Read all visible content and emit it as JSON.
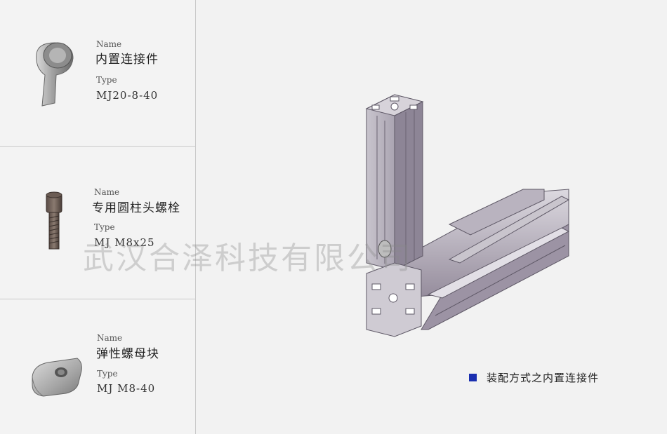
{
  "parts": [
    {
      "name_caption": "Name",
      "name": "内置连接件",
      "type_caption": "Type",
      "type": "MJ20-8-40",
      "icon": "internal-connector-icon"
    },
    {
      "name_caption": "Name",
      "name": "专用圆柱头螺栓",
      "type_caption": "Type",
      "type": "MJ M8x25",
      "icon": "socket-head-bolt-icon"
    },
    {
      "name_caption": "Name",
      "name": "弹性螺母块",
      "type_caption": "Type",
      "type": "MJ M8-40",
      "icon": "spring-nut-block-icon"
    }
  ],
  "watermark": "武汉合泽科技有限公司",
  "legend": {
    "label": "装配方式之内置连接件",
    "color": "#1a2fb0"
  },
  "illustration": "aluminum-profile-corner-assembly-image",
  "colors": {
    "profile_face": "#a49cab",
    "profile_light": "#d6d3d9",
    "profile_dark": "#6f6876"
  }
}
